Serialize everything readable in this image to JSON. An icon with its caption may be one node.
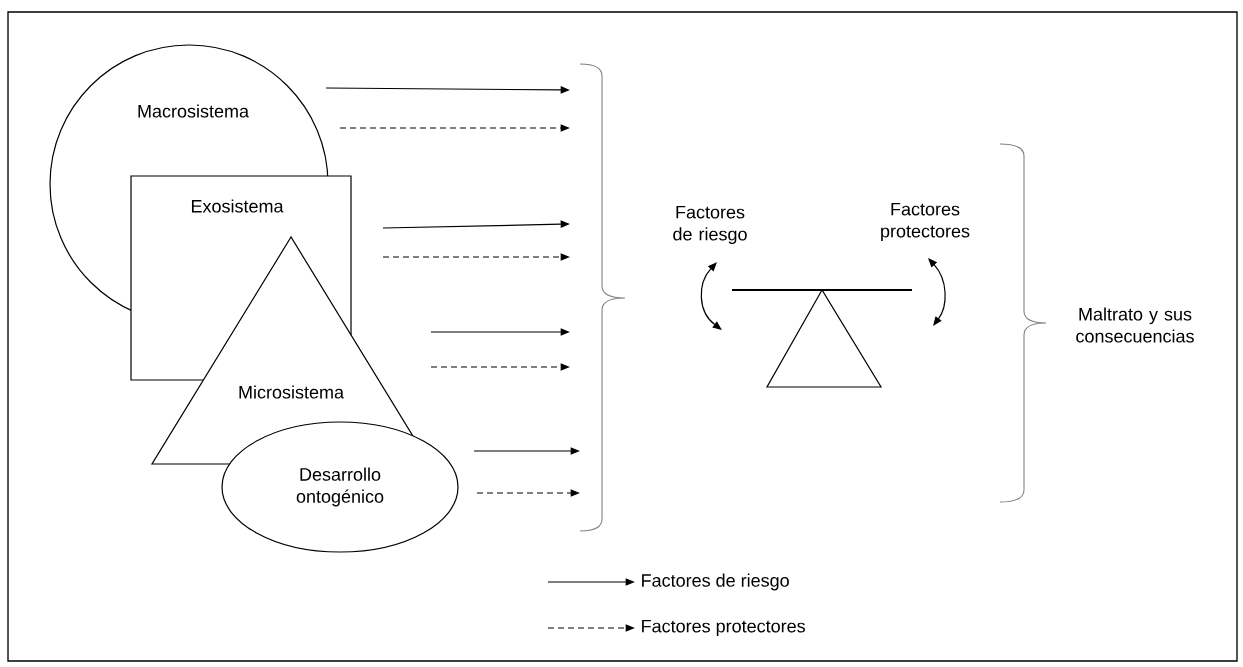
{
  "diagram": {
    "nodes": [
      {
        "text": [
          "Macrosistema"
        ]
      },
      {
        "text": [
          "Exosistema"
        ]
      },
      {
        "text": [
          "Microsistema"
        ]
      },
      {
        "text": [
          "Desarrollo ontogénico"
        ]
      },
      {
        "text": [],
        "shape": "brace"
      }
    ],
    "edges": [
      {
        "from": null,
        "to": 4,
        "arrow": "to"
      },
      {
        "from": null,
        "to": 4,
        "arrow": "to",
        "style": "dashed"
      },
      {
        "from": null,
        "to": 4,
        "arrow": "to"
      },
      {
        "from": null,
        "to": 4,
        "arrow": "to",
        "style": "dashed"
      },
      {
        "from": null,
        "to": 4,
        "arrow": "to"
      },
      {
        "from": null,
        "to": 4,
        "arrow": "to",
        "style": "dashed"
      },
      {
        "from": null,
        "to": 4,
        "arrow": "to"
      },
      {
        "from": null,
        "to": 4,
        "arrow": "to",
        "style": "dashed"
      }
    ],
    "labels": [
      "Factores de riesgo",
      "Factores protectores",
      "Maltrato y sus consecuencias"
    ],
    "legend": [
      {
        "text": "Factores de riesgo"
      },
      {
        "text": "Factores protectores"
      }
    ]
  }
}
